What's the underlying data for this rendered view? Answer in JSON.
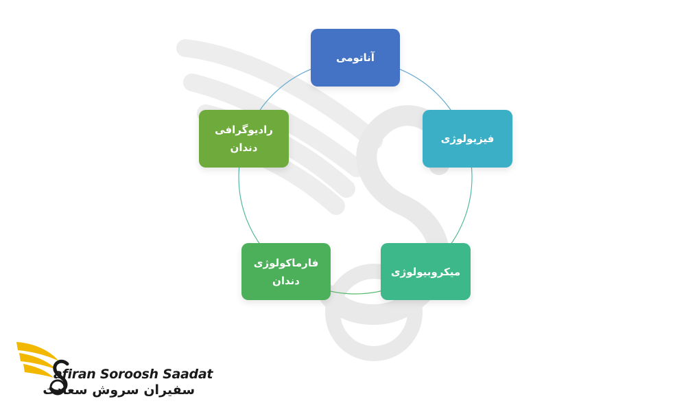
{
  "diagram": {
    "nodes": [
      {
        "id": "anatomy",
        "lines": [
          "آناتومی"
        ],
        "color": "#4472C4"
      },
      {
        "id": "physiology",
        "lines": [
          "فیزیولوژی"
        ],
        "color": "#3AAFC6"
      },
      {
        "id": "microbiology",
        "lines": [
          "میکروبیولوژی"
        ],
        "color": "#3CB88A"
      },
      {
        "id": "pharmacology",
        "lines": [
          "فارماکولوژی",
          "دندان"
        ],
        "color": "#4CB05A"
      },
      {
        "id": "radiography",
        "lines": [
          "رادیوگرافی",
          "دندان"
        ],
        "color": "#6EAA3C"
      }
    ]
  },
  "brand": {
    "name_en": "afiran Soroosh Saadat",
    "name_fa": "سفیران سروش سعادت",
    "accent_color": "#F2B800",
    "text_color": "#1a1a1a"
  }
}
